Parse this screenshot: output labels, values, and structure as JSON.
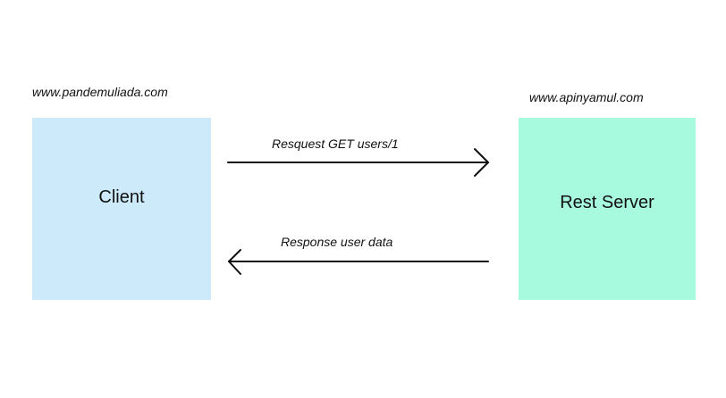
{
  "client": {
    "url": "www.pandemuliada.com",
    "label": "Client",
    "color": "#cdeafb"
  },
  "server": {
    "url": "www.apinyamul.com",
    "label": "Rest Server",
    "color": "#a8fadf"
  },
  "request": {
    "label": "Resquest GET users/1",
    "direction": "client-to-server"
  },
  "response": {
    "label": "Response user data",
    "direction": "server-to-client"
  }
}
